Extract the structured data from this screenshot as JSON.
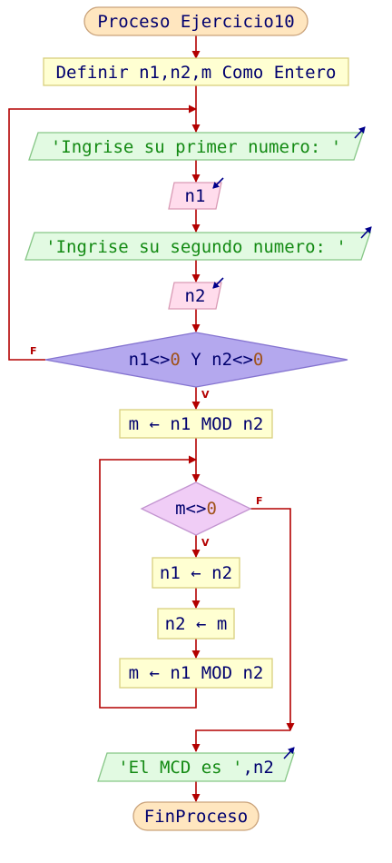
{
  "colors": {
    "flow": "#b30000",
    "io_arrow": "#00008b",
    "text_default": "#00006e",
    "text_string": "#138a13",
    "text_number": "#a0521a",
    "process_fill": "#ffffd2",
    "process_stroke": "#d8cf7e",
    "terminal_fill": "#ffe6bf",
    "terminal_stroke": "#c9a27a",
    "output_fill": "#e2fae2",
    "output_stroke": "#86c686",
    "input_fill": "#ffdcec",
    "input_stroke": "#d99ab5",
    "decision_main_fill": "#b4a8ee",
    "decision_main_stroke": "#8574d0",
    "decision_loop_fill": "#f0cdf6",
    "decision_loop_stroke": "#c294d0"
  },
  "flowchart": {
    "start": "Proceso Ejercicio10",
    "define": "Definir n1,n2,m Como Entero",
    "output1": "'Ingrise su primer numero: '",
    "input1": "n1",
    "output2": "'Ingrise su segundo numero: '",
    "input2": "n2",
    "cond1": {
      "part1": "n1<>",
      "num1": "0",
      "part2": " Y n2<>",
      "num2": "0"
    },
    "true_label": "V",
    "false_label": "F",
    "assign1": {
      "var": "m",
      "arrow": "←",
      "expr": "n1 MOD n2"
    },
    "cond2": {
      "part1": "m<>",
      "num1": "0"
    },
    "assign2": {
      "var": "n1",
      "arrow": "←",
      "expr": "n2"
    },
    "assign3": {
      "var": "n2",
      "arrow": "←",
      "expr": "m"
    },
    "assign4": {
      "var": "m",
      "arrow": "←",
      "expr": "n1 MOD n2"
    },
    "output3": {
      "string": "'El MCD es '",
      "rest": ",n2"
    },
    "end": "FinProceso"
  }
}
